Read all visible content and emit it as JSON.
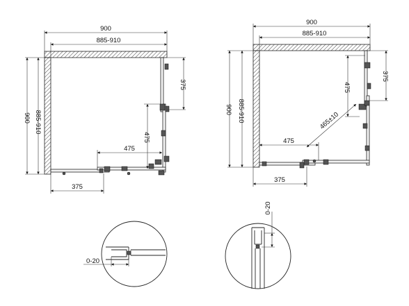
{
  "plan_left": {
    "overall_width": "900",
    "adjust_width": "885-910",
    "overall_depth": "900",
    "adjust_depth": "885-910",
    "door_side": "375",
    "door_front": "375",
    "panel_side": "475",
    "panel_front": "475"
  },
  "plan_right": {
    "overall_width": "900",
    "adjust_width": "885-910",
    "overall_depth": "900",
    "adjust_depth": "885-910",
    "door_side": "375",
    "door_front": "375",
    "panel_side": "475",
    "panel_front": "475",
    "diagonal": "465±10"
  },
  "detail_left": {
    "tolerance": "0-20"
  },
  "detail_right": {
    "tolerance": "0-20"
  }
}
